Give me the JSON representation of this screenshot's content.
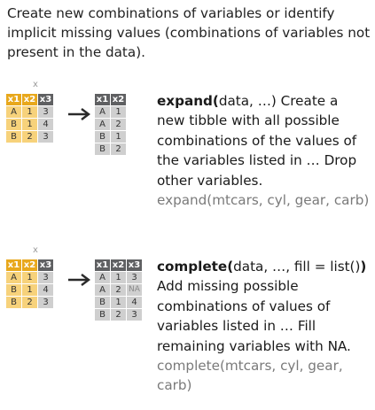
{
  "intro": "Create new combinations of variables or identify implicit missing values (combinations of variables not present in the data).",
  "sections": [
    {
      "x_label": "x",
      "input_headers": [
        "x1",
        "x2",
        "x3"
      ],
      "input_rows": [
        [
          "A",
          "1",
          "3"
        ],
        [
          "B",
          "1",
          "4"
        ],
        [
          "B",
          "2",
          "3"
        ]
      ],
      "output_headers": [
        "x1",
        "x2"
      ],
      "output_rows": [
        [
          "A",
          "1"
        ],
        [
          "A",
          "2"
        ],
        [
          "B",
          "1"
        ],
        [
          "B",
          "2"
        ]
      ],
      "fn_name": "expand(",
      "fn_args": "data, …)",
      "description": " Create a new tibble with all possible combinations of the values of the variables listed in … Drop other variables.",
      "example": "expand(mtcars, cyl, gear, carb)"
    },
    {
      "x_label": "x",
      "input_headers": [
        "x1",
        "x2",
        "x3"
      ],
      "input_rows": [
        [
          "A",
          "1",
          "3"
        ],
        [
          "B",
          "1",
          "4"
        ],
        [
          "B",
          "2",
          "3"
        ]
      ],
      "output_headers": [
        "x1",
        "x2",
        "x3"
      ],
      "output_rows": [
        [
          "A",
          "1",
          "3"
        ],
        [
          "A",
          "2",
          "NA"
        ],
        [
          "B",
          "1",
          "4"
        ],
        [
          "B",
          "2",
          "3"
        ]
      ],
      "fn_name": "complete(",
      "fn_args": "data, …, fill = list()",
      "fn_close": ")",
      "description": " Add missing possible combinations of values of variables listed in … Fill remaining variables with NA.",
      "example": "complete(mtcars, cyl, gear, carb)"
    }
  ]
}
